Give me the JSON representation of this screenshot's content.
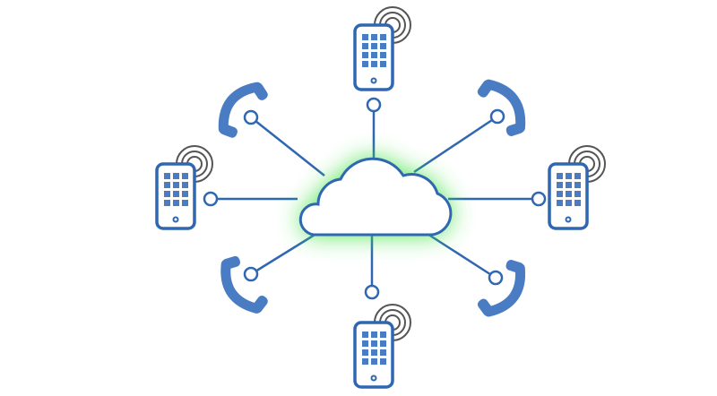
{
  "diagram": {
    "hub": {
      "type": "cloud",
      "glow": true
    },
    "devices": [
      {
        "kind": "mobile",
        "position": "top"
      },
      {
        "kind": "handset",
        "position": "top-right"
      },
      {
        "kind": "mobile",
        "position": "right"
      },
      {
        "kind": "handset",
        "position": "bottom-right"
      },
      {
        "kind": "mobile",
        "position": "bottom"
      },
      {
        "kind": "handset",
        "position": "bottom-left"
      },
      {
        "kind": "mobile",
        "position": "left"
      },
      {
        "kind": "handset",
        "position": "top-left"
      }
    ],
    "icons": [
      "cloud-icon",
      "mobile-phone-icon",
      "signal-waves-icon",
      "telephone-handset-icon",
      "connector-node-icon"
    ]
  },
  "colors": {
    "primary": "#2f67b1",
    "icon_fill": "#4a7cc4",
    "glow": "#39e03a",
    "signal": "#555555",
    "background": "#ffffff"
  }
}
